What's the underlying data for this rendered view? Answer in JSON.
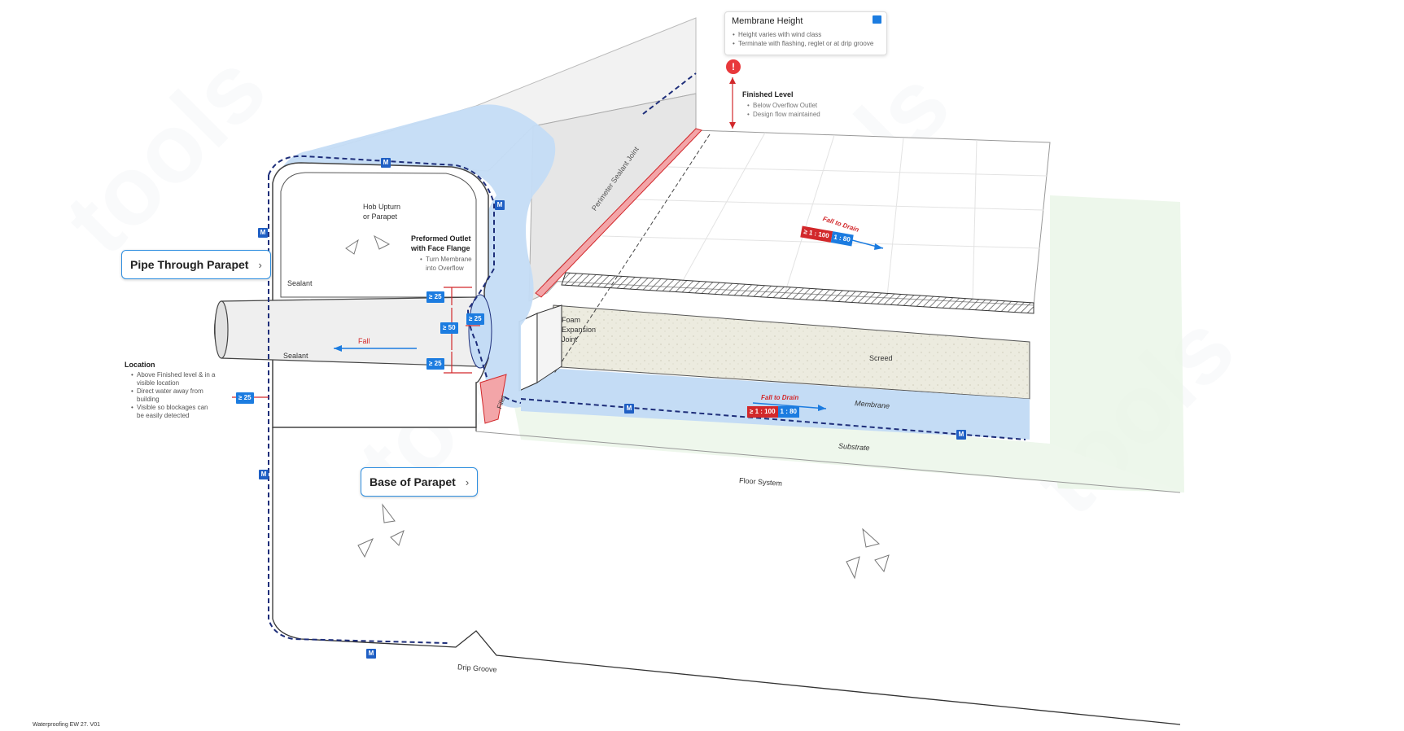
{
  "buttons": {
    "pipe_through_parapet": "Pipe Through Parapet",
    "base_of_parapet": "Base of Parapet",
    "chevron": "›"
  },
  "membrane_height_card": {
    "title": "Membrane Height",
    "bullets": [
      "Height varies with wind class",
      "Terminate with flashing, reglet or at drip groove"
    ],
    "icon": "image-expand-icon"
  },
  "alert_icon": "!",
  "finished_level": {
    "title": "Finished Level",
    "bullets": [
      "Below Overflow Outlet",
      "Design flow maintained"
    ]
  },
  "labels": {
    "hob": [
      "Hob Upturn",
      "or Parapet"
    ],
    "outlet_title": [
      "Preformed Outlet",
      "with Face Flange"
    ],
    "outlet_bullet": [
      "Turn Membrane",
      "into Overflow"
    ],
    "sealant_upper": "Sealant",
    "sealant_lower": "Sealant",
    "fall": "Fall",
    "location_title": "Location",
    "location_bullets": [
      [
        "Above Finished level & in a",
        "visible location"
      ],
      [
        "Direct water away from",
        "building"
      ],
      [
        "Visible so blockages can",
        "be easily detected"
      ]
    ],
    "perimeter_joint": "Perimeter Sealant Joint",
    "foam_joint": [
      "Foam",
      "Expansion",
      "Joint"
    ],
    "screed": "Screed",
    "membrane": "Membrane",
    "substrate": "Substrate",
    "floor_system": "Floor System",
    "fillet": "Fillet",
    "drip_groove": "Drip Groove",
    "footer": "Waterproofing EW 27. V01"
  },
  "membrane_badge": "M",
  "dimensions": {
    "d25_top": "≥ 25",
    "d50": "≥ 50",
    "d25_right": "≥ 25",
    "d25_bottom": "≥ 25",
    "d25_left": "≥ 25"
  },
  "fall_upper": {
    "label": "Fall to Drain",
    "ratio_red": "≥ 1 : 100",
    "ratio_blue": "1 : 80"
  },
  "fall_lower": {
    "label": "Fall to Drain",
    "ratio_red": "≥ 1 : 100",
    "ratio_blue": "1 : 80"
  },
  "watermark": "tools",
  "colors": {
    "membrane_blue": "#c4dcf5",
    "dash_navy": "#1e2e7a",
    "accent_red": "#d2282b",
    "accent_blue": "#1c7ce0",
    "button_border": "#2f8fe0",
    "pink_sealant": "#f3a5a8",
    "screed": "#ecebdf",
    "green_substrate": "#e9f5e6"
  }
}
